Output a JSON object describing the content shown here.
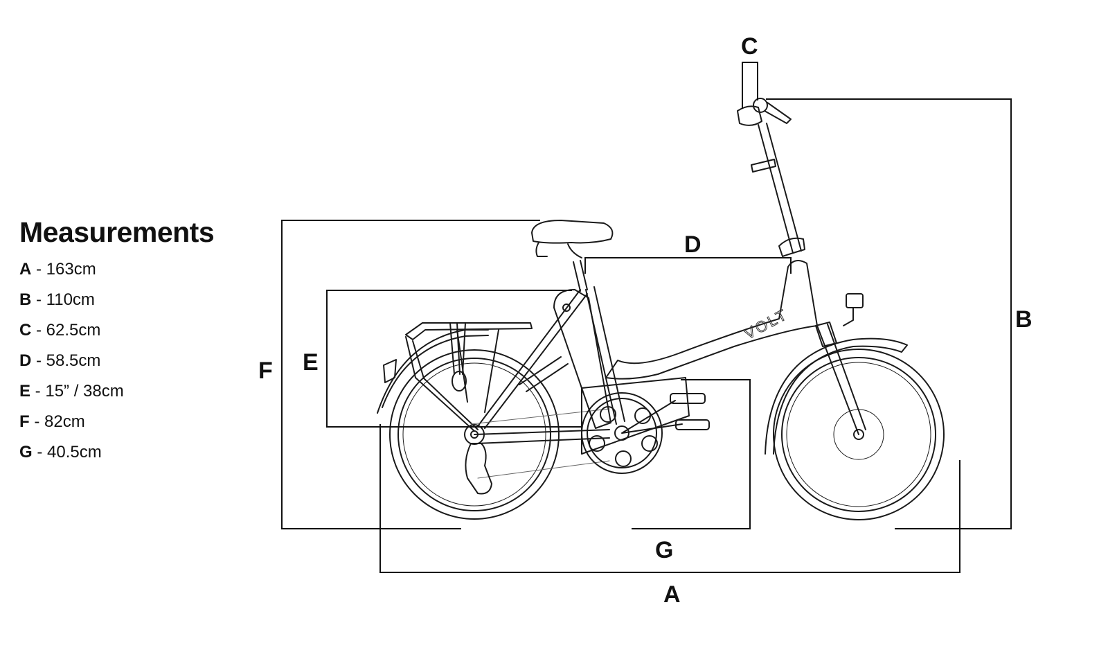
{
  "legend": {
    "title": "Measurements",
    "items": [
      {
        "key": "A",
        "value": " - 163cm"
      },
      {
        "key": "B",
        "value": " - 110cm"
      },
      {
        "key": "C",
        "value": " - 62.5cm"
      },
      {
        "key": "D",
        "value": " - 58.5cm"
      },
      {
        "key": "E",
        "value": " -  15” / 38cm"
      },
      {
        "key": "F",
        "value": " - 82cm"
      },
      {
        "key": "G",
        "value": " - 40.5cm"
      }
    ]
  },
  "dimension_labels": {
    "A": "A",
    "B": "B",
    "C": "C",
    "D": "D",
    "E": "E",
    "F": "F",
    "G": "G"
  },
  "bike": {
    "frame_logo": "VOLT"
  }
}
